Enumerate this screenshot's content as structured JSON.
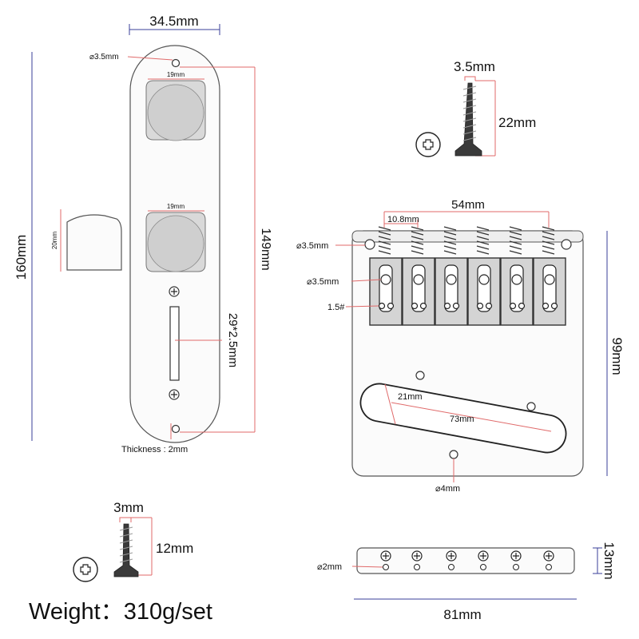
{
  "labels": {
    "plate_width": "34.5mm",
    "plate_length": "160mm",
    "plate_hole_spacing": "149mm",
    "plate_mount_hole": "⌀3.5mm",
    "knob_dia_top": "19mm",
    "knob_dia_bottom": "19mm",
    "knob_height": "20mm",
    "switch_slot": "29*2.5mm",
    "thickness": "Thickness : 2mm",
    "screw_large_dia": "3.5mm",
    "screw_large_len": "22mm",
    "screw_small_dia": "3mm",
    "screw_small_len": "12mm",
    "bridge_string_span": "54mm",
    "bridge_string_spacing": "10.8mm",
    "bridge_mount_hole": "⌀3.5mm",
    "saddle_hole": "⌀3.5mm",
    "saddle_screw": "1.5#",
    "bridge_height": "99mm",
    "pickup_width": "21mm",
    "pickup_length": "73mm",
    "bridge_small_hole": "⌀4mm",
    "side_hole": "⌀2mm",
    "side_height": "13mm",
    "side_length": "81mm",
    "weight": "Weight：310g/set"
  },
  "colors": {
    "dimension_red": "#e06a6a",
    "dimension_blue": "#3a3f9a",
    "knob_fill": "#d9d9d9",
    "outline": "#555555"
  }
}
